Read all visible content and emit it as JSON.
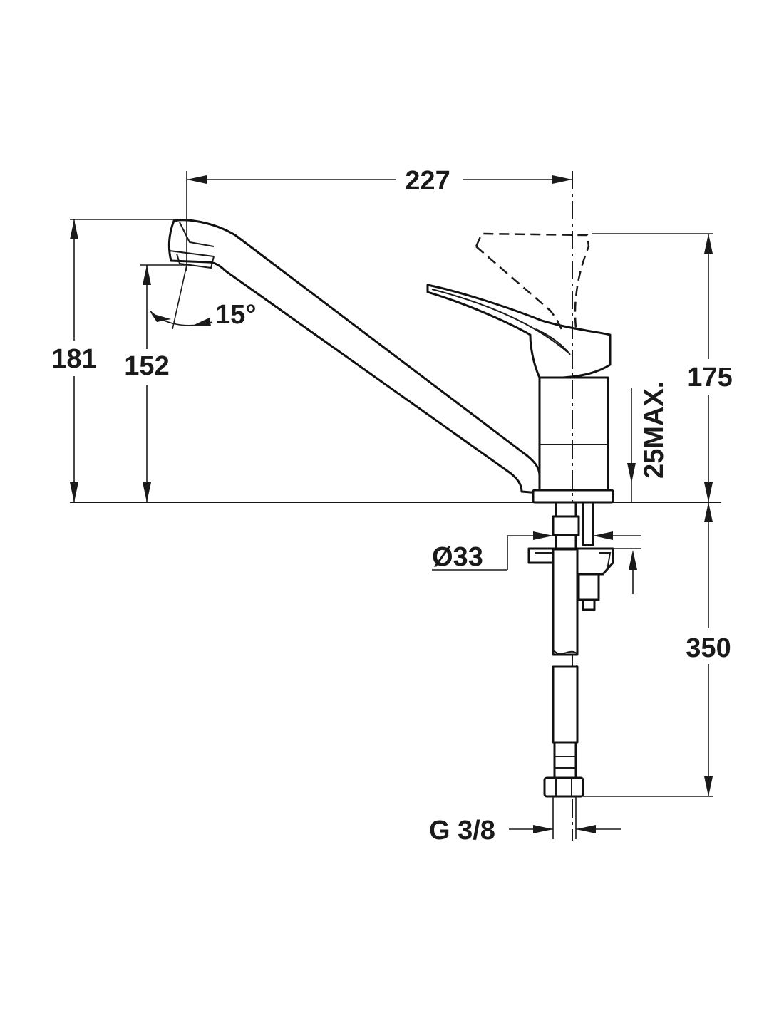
{
  "dimensions": {
    "spout_reach": "227",
    "total_height": "181",
    "spout_outlet_height": "152",
    "spout_angle": "15°",
    "lever_height": "175",
    "worktop_thickness": "25MAX.",
    "mounting_hole_diameter": "Ø33",
    "hose_length": "350",
    "connection_thread": "G 3/8"
  }
}
